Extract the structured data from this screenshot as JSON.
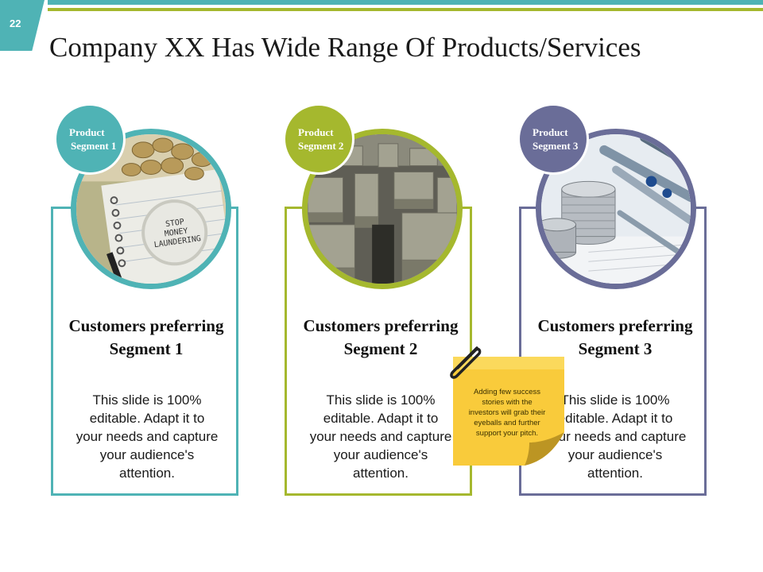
{
  "slide": {
    "number": "22",
    "title": "Company XX Has Wide Range Of Products/Services"
  },
  "colors": {
    "teal": "#4fb3b5",
    "green": "#a5b82e",
    "purple": "#6a6d98",
    "sticky": "#f9cb3b"
  },
  "segments": [
    {
      "badge": [
        "Product",
        "Segment 1"
      ],
      "heading": [
        "Customers preferring",
        "Segment 1"
      ],
      "body": [
        "This slide is 100%",
        "editable. Adapt it to",
        "your needs and capture",
        "your audience's",
        "attention."
      ],
      "photo": "stop-money-laundering-coins-photo"
    },
    {
      "badge": [
        "Product",
        "Segment 2"
      ],
      "heading": [
        "Customers preferring",
        "Segment 2"
      ],
      "body": [
        "This slide is 100%",
        "editable. Adapt it to",
        "your needs and capture",
        "your audience's",
        "attention."
      ],
      "photo": "maze-photo"
    },
    {
      "badge": [
        "Product",
        "Segment 3"
      ],
      "heading": [
        "Customers preferring",
        "Segment 3"
      ],
      "body": [
        "This slide is 100%",
        "editable. Adapt it to",
        "your needs and capture",
        "your audience's",
        "attention."
      ],
      "photo": "coins-pens-photo"
    }
  ],
  "sticky_note": {
    "lines": [
      "Adding few success",
      "stories with the",
      "investors will grab their",
      "eyeballs and further",
      "support your pitch."
    ],
    "icon": "paperclip-icon"
  }
}
